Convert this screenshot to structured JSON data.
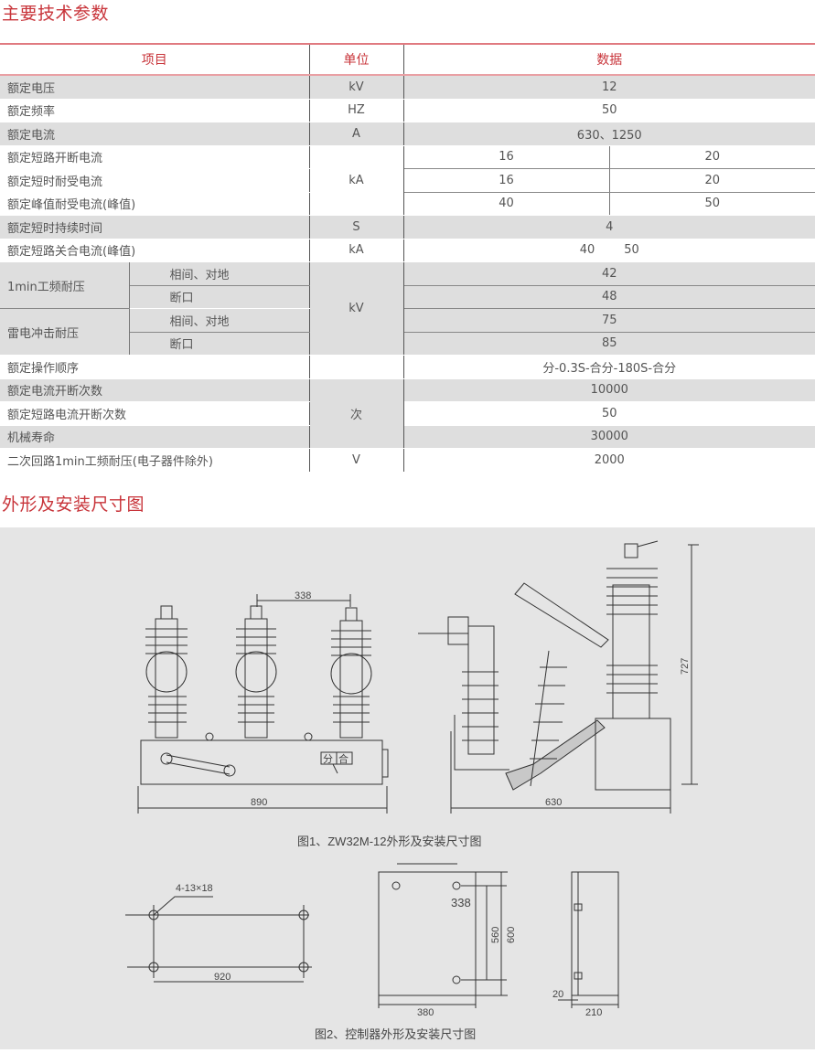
{
  "section1_title": "主要技术参数",
  "section2_title": "外形及安装尺寸图",
  "table": {
    "headers": [
      "项目",
      "单位",
      "数据"
    ],
    "rows": [
      {
        "item": "额定电压",
        "unit": "kV",
        "value": "12"
      },
      {
        "item": "额定频率",
        "unit": "HZ",
        "value": "50"
      },
      {
        "item": "额定电流",
        "unit": "A",
        "value": "630、1250"
      },
      {
        "item": "额定短路开断电流",
        "unit": "kA",
        "v1": "16",
        "v2": "20"
      },
      {
        "item": "额定短时耐受电流",
        "v1": "16",
        "v2": "20"
      },
      {
        "item": "额定峰值耐受电流(峰值)",
        "v1": "40",
        "v2": "50"
      },
      {
        "item": "额定短时持续时间",
        "unit": "S",
        "value": "4"
      },
      {
        "item": "额定短路关合电流(峰值)",
        "unit": "kA",
        "v1": "40",
        "v2": "50"
      },
      {
        "item": "1min工频耐压",
        "sub": "相间、对地",
        "unit": "kV",
        "value": "42"
      },
      {
        "sub": "断口",
        "value": "48"
      },
      {
        "item": "雷电冲击耐压",
        "sub": "相间、对地",
        "value": "75"
      },
      {
        "sub": "断口",
        "value": "85"
      },
      {
        "item": "额定操作顺序",
        "value": "分-0.3S-合分-180S-合分"
      },
      {
        "item": "额定电流开断次数",
        "unit": "次",
        "value": "10000"
      },
      {
        "item": "额定短路电流开断次数",
        "value": "50"
      },
      {
        "item": "机械寿命",
        "value": "30000"
      },
      {
        "item": "二次回路1min工频耐压(电子器件除外)",
        "unit": "V",
        "value": "2000"
      }
    ]
  },
  "figure1": {
    "caption": "图1、ZW32M-12外形及安装尺寸图",
    "dim_pole_spacing": "338",
    "dim_width_front": "890",
    "dim_width_side": "630",
    "dim_height": "727",
    "label_open": "分",
    "label_close": "合"
  },
  "figure2": {
    "caption": "图2、控制器外形及安装尺寸图",
    "hole_spec": "4-13×18",
    "dim_hole_span": "920",
    "dim_338": "338",
    "dim_560": "560",
    "dim_600": "600",
    "dim_380": "380",
    "dim_20": "20",
    "dim_210": "210"
  }
}
